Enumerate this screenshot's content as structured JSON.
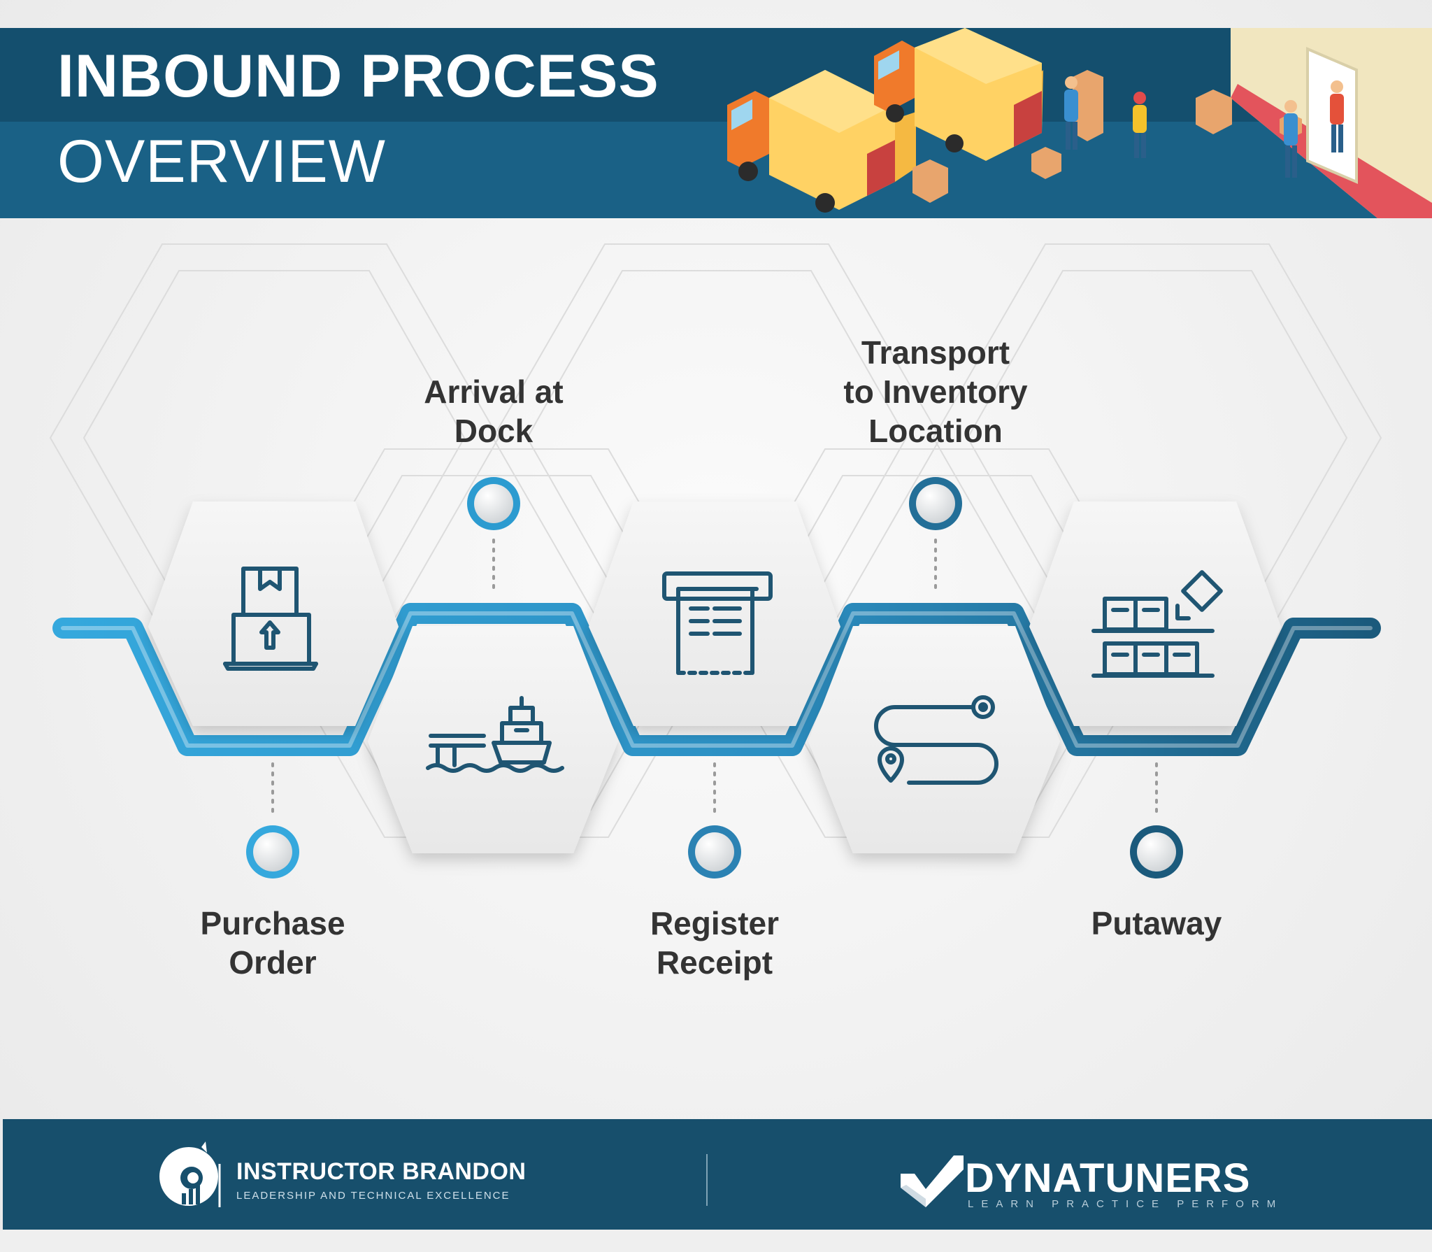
{
  "header": {
    "title": "INBOUND PROCESS",
    "subtitle": "OVERVIEW",
    "illustration": "trucks-and-warehouse-workers-illustration"
  },
  "colors": {
    "header_blue": "#1a6186",
    "header_dark": "#144f6e",
    "footer_blue": "#174f6c",
    "path_light_blue": "#35a8dd",
    "path_dark_blue": "#1b5a7c",
    "icon_stroke": "#1f5572",
    "label_text": "#333333"
  },
  "steps": [
    {
      "label": "Purchase\nOrder",
      "icon": "laptop-upload-box-icon"
    },
    {
      "label": "Arrival at\nDock",
      "icon": "ship-at-dock-icon"
    },
    {
      "label": "Register\nReceipt",
      "icon": "receipt-printer-icon"
    },
    {
      "label": "Transport\nto Inventory\nLocation",
      "icon": "route-path-icon"
    },
    {
      "label": "Putaway",
      "icon": "shelf-boxes-icon"
    }
  ],
  "footer": {
    "instructor_name": "INSTRUCTOR BRANDON",
    "instructor_tagline": "LEADERSHIP AND TECHNICAL EXCELLENCE",
    "brand_name": "DYNATUNERS",
    "brand_tagline": "LEARN PRACTICE PERFORM"
  }
}
